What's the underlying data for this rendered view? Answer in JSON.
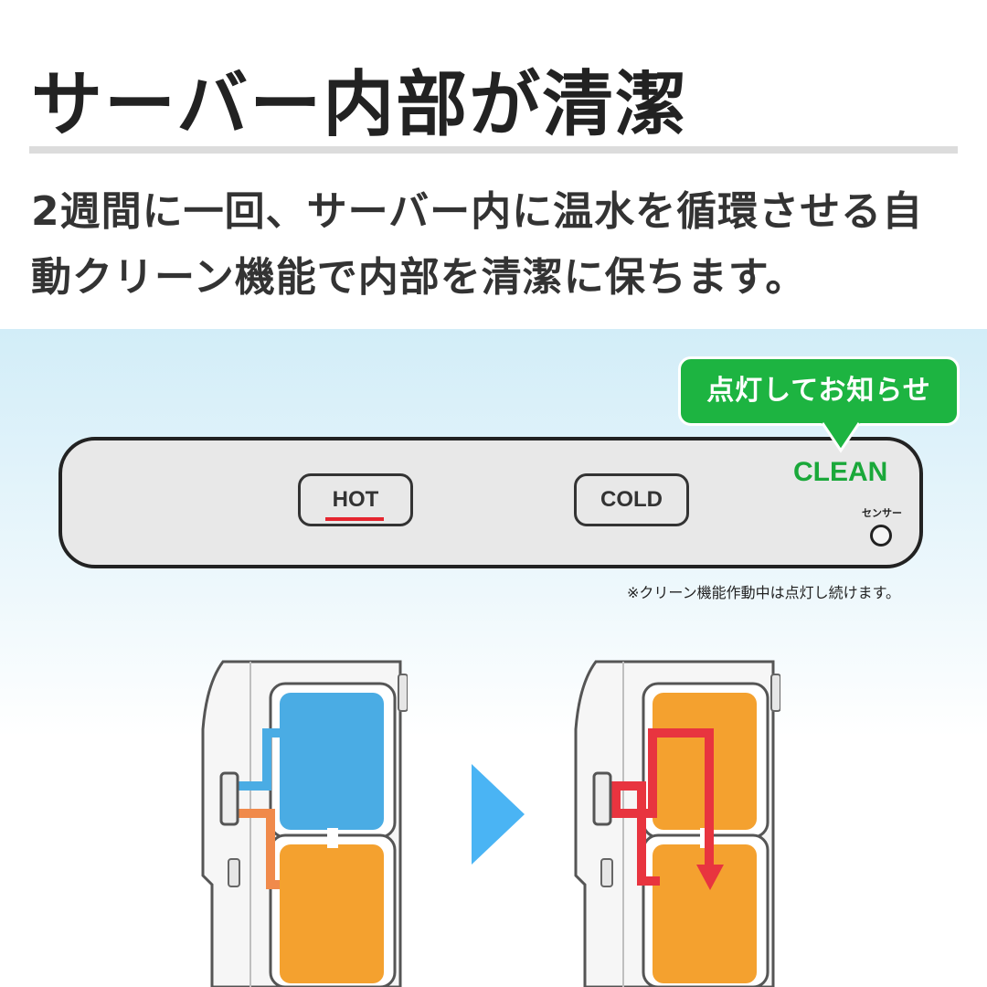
{
  "headline": "サーバー内部が清潔",
  "description": {
    "line1": "2週間に一回、サーバー内に温水を循環させる自",
    "line2": "動クリーン機能で内部を清潔に保ちます。"
  },
  "panel": {
    "hot_label": "HOT",
    "cold_label": "COLD",
    "clean_label": "CLEAN",
    "sensor_label": "センサー",
    "callout": "点灯してお知らせ",
    "note": "※クリーン機能作動中は点灯し続けます。"
  },
  "colors": {
    "title": "#222222",
    "callout_green": "#1db441",
    "clean_text": "#1aa83a",
    "hot_underline": "#e5262f",
    "tank_blue": "#4aace4",
    "tank_orange": "#f4a12f",
    "flow_red": "#e8343f",
    "arrow_blue": "#4ab4f4"
  },
  "icons": {
    "before_diagram": "server-cross-section-icon",
    "after_diagram": "server-cross-section-cleaning-icon",
    "transition_arrow": "triangle-right-icon"
  }
}
